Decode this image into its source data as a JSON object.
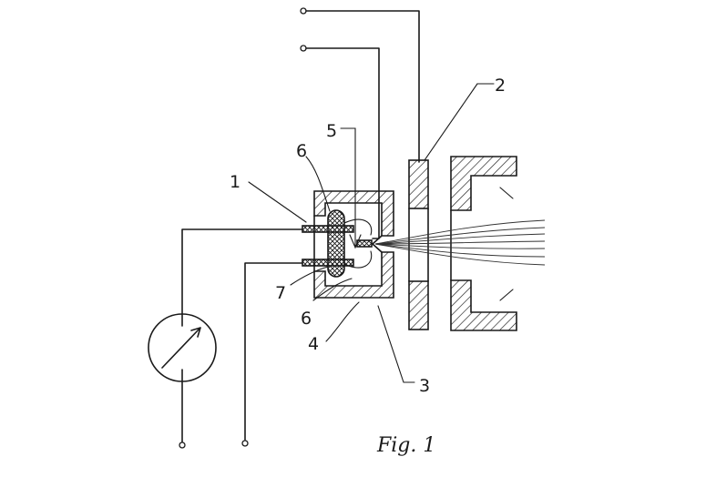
{
  "labels": {
    "l1": "1",
    "l2": "2",
    "l3": "3",
    "l4": "4",
    "l5": "5",
    "l6a": "6",
    "l6b": "6",
    "l7": "7"
  },
  "caption": "Fig. 1",
  "colors": {
    "line": "#1a1a1a",
    "background": "#ffffff"
  }
}
